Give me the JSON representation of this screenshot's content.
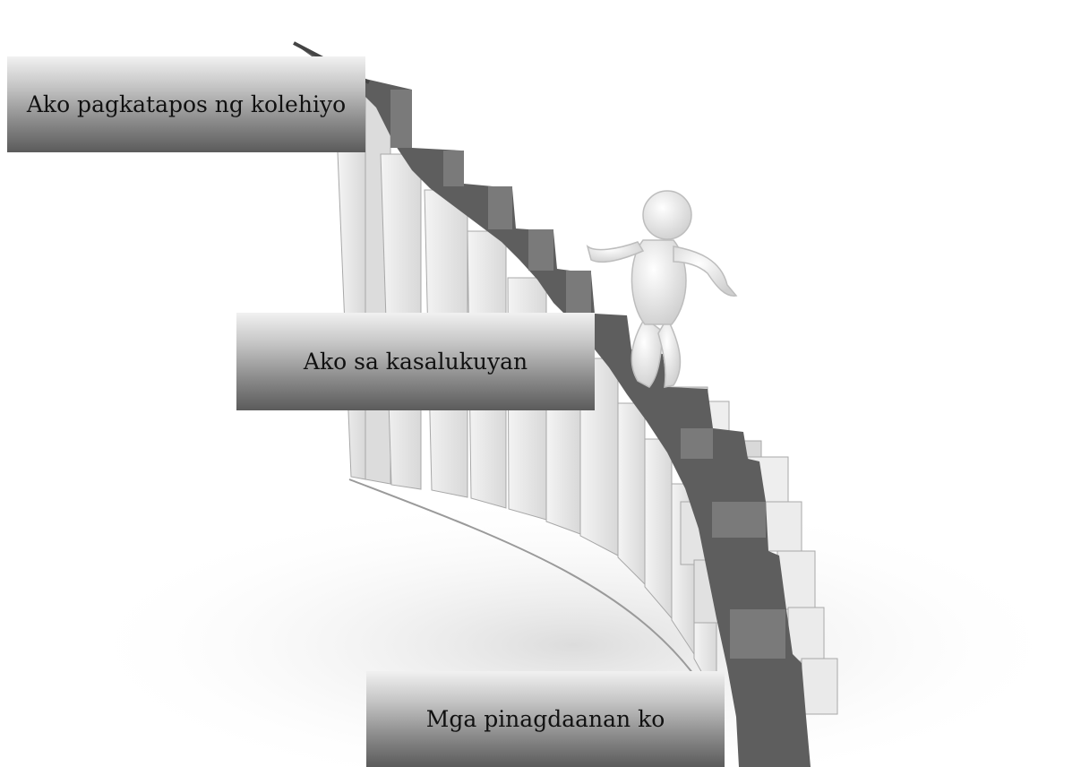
{
  "labels": {
    "top": "Ako pagkatapos ng kolehiyo",
    "middle": "Ako sa kasalukuyan",
    "bottom": "Mga pinagdaanan ko"
  },
  "illustration": {
    "subject": "white figure climbing a curved staircase",
    "colors": {
      "step_face": "#e9e9e9",
      "step_top": "#d2d2d2",
      "carpet": "#5e5e5e",
      "figure": "#f2f2f2"
    }
  }
}
